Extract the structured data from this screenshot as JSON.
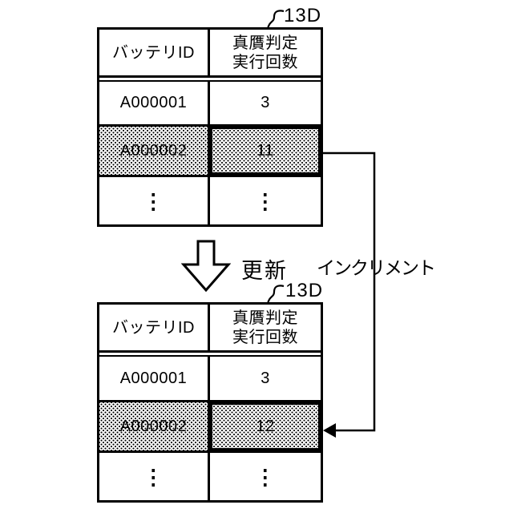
{
  "diagram": {
    "update_label": "更新",
    "increment_label": "インクリメント",
    "line_color": "#000000",
    "background_color": "#ffffff"
  },
  "table_before": {
    "reference_label": "13D",
    "columns": {
      "id": "バッテリID",
      "count": "真贋判定\n実行回数"
    },
    "rows": [
      {
        "id": "A000001",
        "count": "3"
      },
      {
        "id": "A000002",
        "count": "11"
      },
      {
        "id": "⋮",
        "count": "⋮"
      }
    ]
  },
  "table_after": {
    "reference_label": "13D",
    "columns": {
      "id": "バッテリID",
      "count": "真贋判定\n実行回数"
    },
    "rows": [
      {
        "id": "A000001",
        "count": "3"
      },
      {
        "id": "A000002",
        "count": "12"
      },
      {
        "id": "⋮",
        "count": "⋮"
      }
    ]
  }
}
